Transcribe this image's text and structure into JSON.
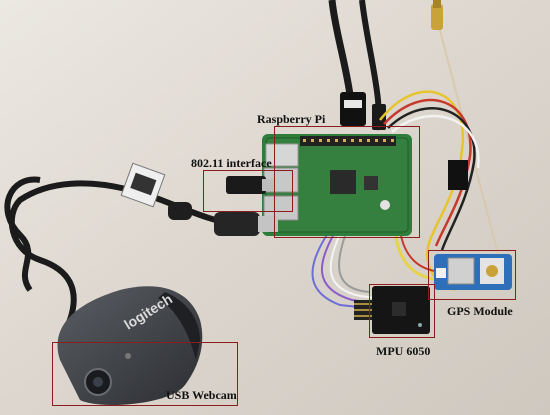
{
  "labels": {
    "raspberry_pi": "Raspberry Pi",
    "wifi_interface": "802.11 interface",
    "gps_module": "GPS Module",
    "mpu": "MPU  6050",
    "webcam": "USB Webcam"
  },
  "branding": {
    "webcam_logo": "logitech"
  },
  "colors": {
    "callout_border": "#8c1d1d",
    "background": "#ddd7cf",
    "pcb_green": "#2f7d3a",
    "cable_black": "#1b1b1b"
  }
}
